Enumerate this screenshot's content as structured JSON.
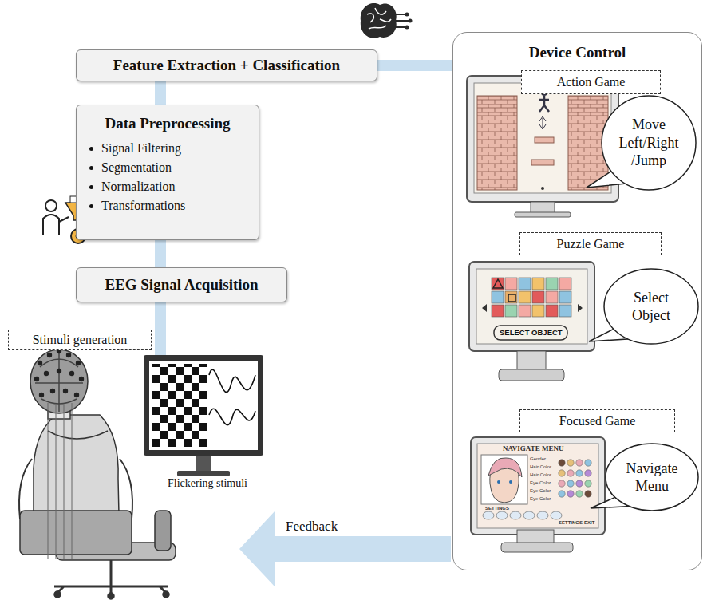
{
  "diagram": {
    "nodes": [
      {
        "text": [
          "Feature Extraction + Classification"
        ]
      },
      {
        "text": [
          "Data Preprocessing",
          "Signal Filtering",
          "Segmentation",
          "Normalization",
          "Transformations"
        ]
      },
      {
        "text": [
          "EEG Signal Acquisition"
        ]
      },
      {
        "text": [
          "Stimuli generation"
        ]
      },
      {
        "text": [
          "Device Control"
        ]
      },
      {
        "text": [
          "Action Game"
        ],
        "in": 4
      },
      {
        "text": [
          "Move Left/Right /Jump"
        ],
        "in": 4
      },
      {
        "text": [
          "Puzzle Game"
        ],
        "in": 4
      },
      {
        "text": [
          "Select Object"
        ],
        "in": 4
      },
      {
        "text": [
          "Focused Game"
        ],
        "in": 4
      },
      {
        "text": [
          "Navigate Menu"
        ],
        "in": 4
      }
    ],
    "edges": [
      {
        "from": 2,
        "to": 1,
        "arrow": "none"
      },
      {
        "from": 1,
        "to": 0,
        "arrow": "none"
      },
      {
        "from": 0,
        "to": 4,
        "arrow": "none"
      }
    ],
    "labels": [
      "Flickering stimuli",
      "Feedback",
      "SELECT OBJECT",
      "NAVIGATE MENU",
      "Gender",
      "Hair Color",
      "Hair Color",
      "Eye Color",
      "Eye Color",
      "Eye Color",
      "SETTINGS",
      "SETTINGS",
      "EXIT"
    ]
  }
}
